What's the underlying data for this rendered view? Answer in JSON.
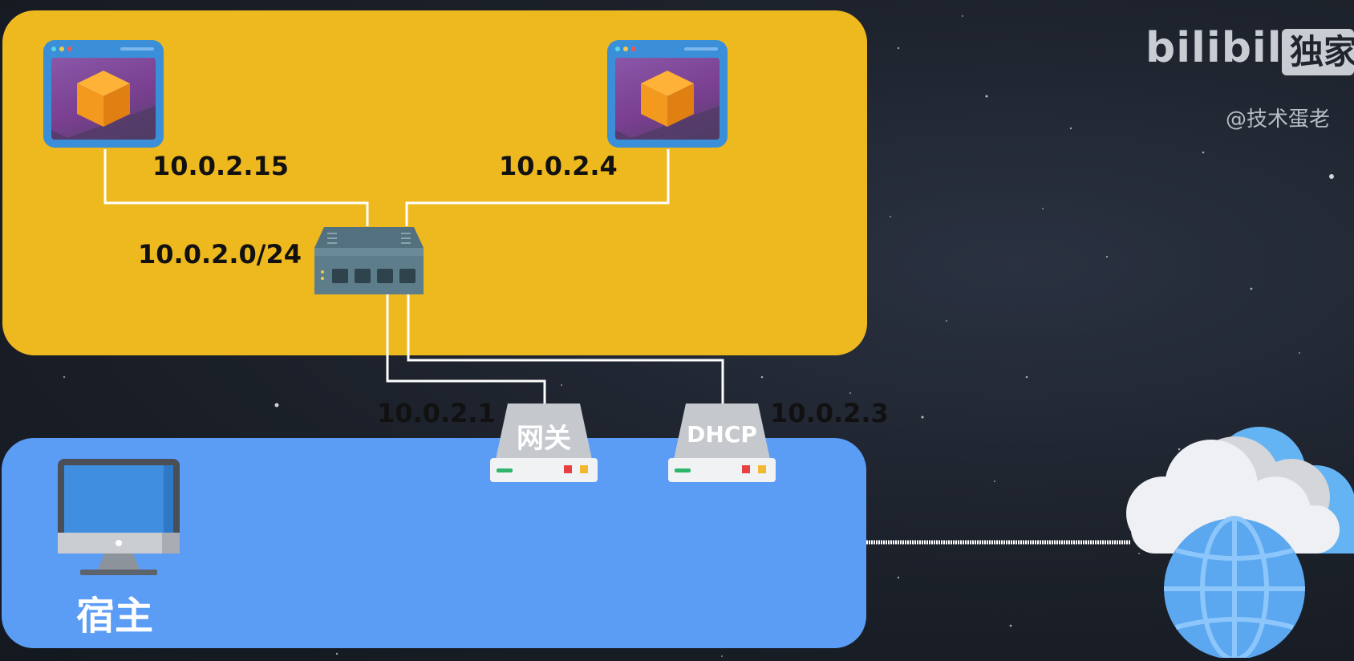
{
  "watermark": {
    "logo": "bilibili",
    "badge": "独家",
    "author": "@技术蛋老"
  },
  "vm_network": {
    "vm1": {
      "ip": "10.0.2.15"
    },
    "vm2": {
      "ip": "10.0.2.4"
    },
    "switch": {
      "subnet": "10.0.2.0/24"
    }
  },
  "gateway": {
    "label": "网关",
    "ip": "10.0.2.1"
  },
  "dhcp": {
    "label": "DHCP",
    "ip": "10.0.2.3"
  },
  "host": {
    "label": "宿主"
  },
  "colors": {
    "vm_zone": "#eeb81f",
    "host_zone": "#5b9cf5",
    "background": "#1b2029",
    "link": "#ffffff"
  }
}
